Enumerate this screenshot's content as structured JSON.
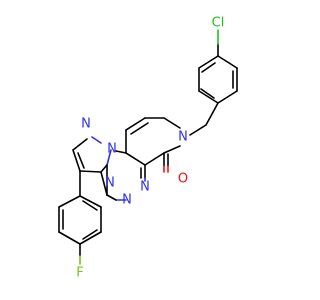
{
  "molecule": {
    "atoms": {
      "chlorine": {
        "text": "Cl",
        "color": "#1fbf1f"
      },
      "nitrogen_benzyl": {
        "text": "N",
        "color": "#3030f0"
      },
      "oxygen": {
        "text": "O",
        "color": "#ff0d0d"
      },
      "nitrogen_pyrazole_1": {
        "text": "N",
        "color": "#3030f0"
      },
      "nitrogen_pyrazole_2": {
        "text": "N",
        "color": "#3030f0"
      },
      "nitrogen_triazine_1": {
        "text": "N",
        "color": "#3030f0"
      },
      "nitrogen_triazine_2": {
        "text": "N",
        "color": "#3030f0"
      },
      "nitrogen_triazine_3": {
        "text": "N",
        "color": "#3030f0"
      },
      "fluorine": {
        "text": "F",
        "color": "#79c41a"
      }
    },
    "bond_color": "#000000"
  }
}
